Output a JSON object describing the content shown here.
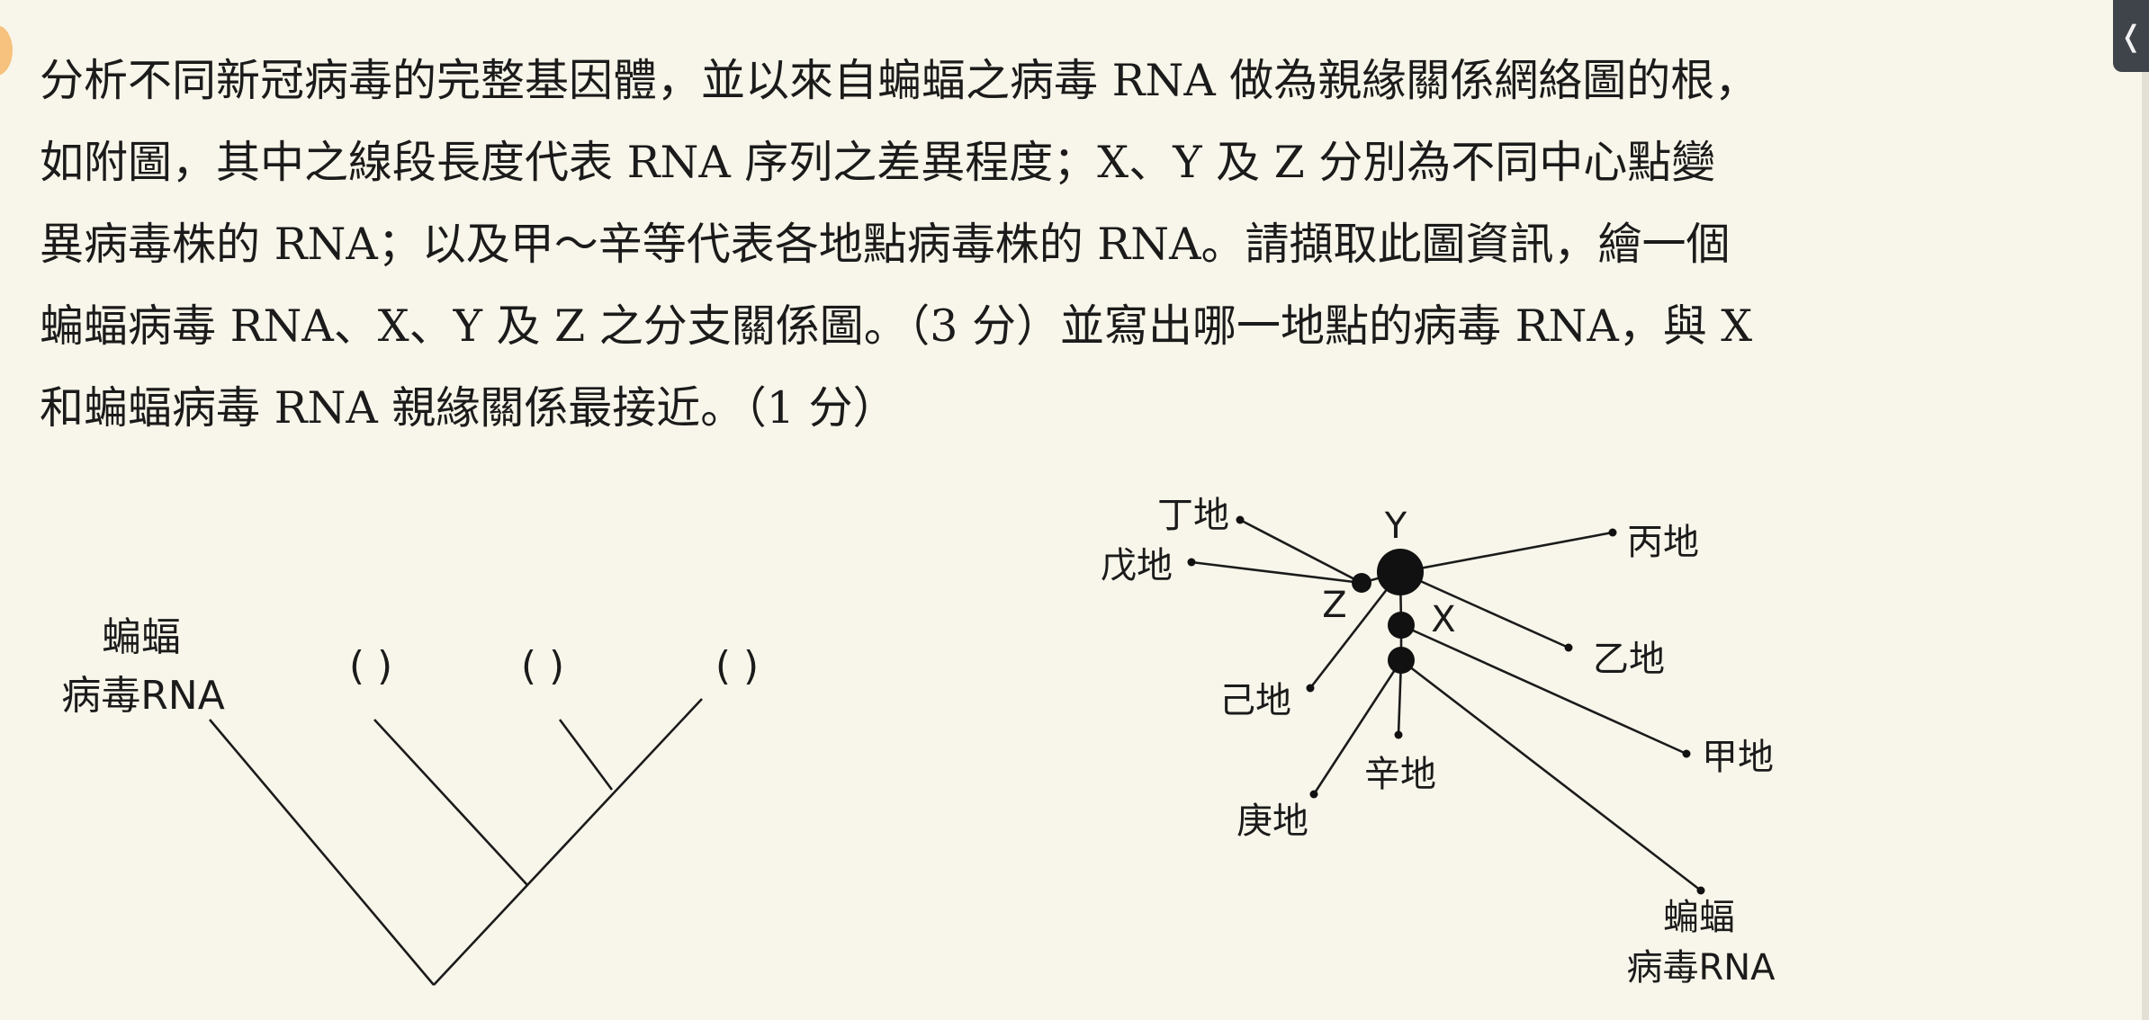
{
  "question": {
    "lines": [
      "分析不同新冠病毒的完整基因體，並以來自蝙蝠之病毒 RNA 做為親緣關係網絡圖的根，",
      "如附圖，其中之線段長度代表 RNA 序列之差異程度；X、Y 及 Z 分別為不同中心點變",
      "異病毒株的 RNA；以及甲～辛等代表各地點病毒株的 RNA。請擷取此圖資訊，繪一個",
      "蝙蝠病毒 RNA、X、Y 及 Z 之分支關係圖。（3 分）並寫出哪一地點的病毒 RNA，與 X",
      "和蝙蝠病毒 RNA 親緣關係最接近。（1 分）"
    ]
  },
  "tree_diagram": {
    "root_label_line1": "蝙蝠",
    "root_label_line2": "病毒RNA",
    "blank_1": "(          )",
    "blank_2": "(          )",
    "blank_3": "(          )"
  },
  "network_diagram": {
    "nodes": {
      "Y": "Y",
      "Z": "Z",
      "X": "X"
    },
    "sites": {
      "ding": "丁地",
      "wu": "戊地",
      "bing": "丙地",
      "yi": "乙地",
      "ji": "己地",
      "jia": "甲地",
      "xin": "辛地",
      "geng": "庚地"
    },
    "bat_label_line1": "蝙蝠",
    "bat_label_line2": "病毒RNA"
  },
  "ui": {
    "collapse_icon": "chevron-left-icon",
    "collapse_glyph": "❬",
    "side_marker_color": "#f6c27e",
    "background_color": "#f8f6ea"
  }
}
